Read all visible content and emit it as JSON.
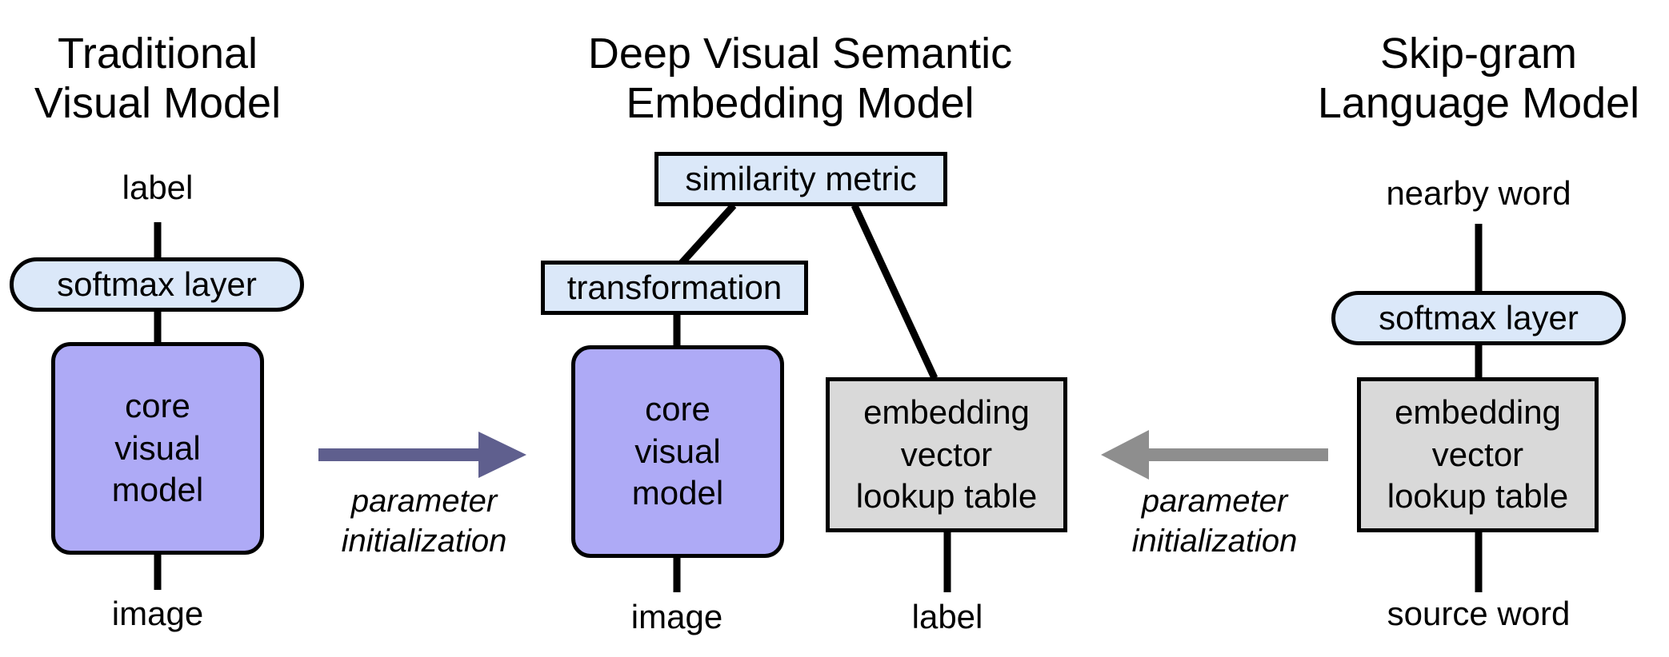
{
  "left": {
    "title_line1": "Traditional",
    "title_line2": "Visual Model",
    "top_label": "label",
    "softmax": "softmax layer",
    "core_line1": "core",
    "core_line2": "visual",
    "core_line3": "model",
    "bottom_label": "image"
  },
  "arrow_left": {
    "line1": "parameter",
    "line2": "initialization",
    "color": "#5f5f8e"
  },
  "middle": {
    "title_line1": "Deep Visual Semantic",
    "title_line2": "Embedding Model",
    "similarity": "similarity metric",
    "transformation": "transformation",
    "core_line1": "core",
    "core_line2": "visual",
    "core_line3": "model",
    "embed_line1": "embedding",
    "embed_line2": "vector",
    "embed_line3": "lookup table",
    "image_label": "image",
    "label_label": "label"
  },
  "arrow_right": {
    "line1": "parameter",
    "line2": "initialization",
    "color": "#8e8e8e"
  },
  "right": {
    "title_line1": "Skip-gram",
    "title_line2": "Language Model",
    "top_label": "nearby word",
    "softmax": "softmax layer",
    "embed_line1": "embedding",
    "embed_line2": "vector",
    "embed_line3": "lookup table",
    "bottom_label": "source word"
  },
  "colors": {
    "light_blue": "#dbe8f9",
    "core_purple": "#aeaaf6",
    "gray_box": "#d9d9d9"
  }
}
